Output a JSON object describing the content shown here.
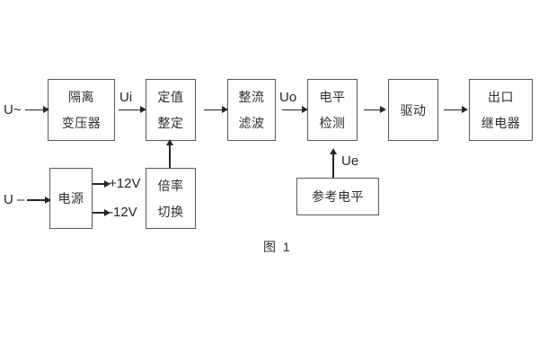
{
  "caption": "图 1",
  "colors": {
    "background": "#ffffff",
    "box_border": "#595959",
    "line": "#262626",
    "text": "#2e2e33"
  },
  "blocks": [
    {
      "id": "isolation-transformer",
      "lines": [
        "隔离",
        "变压器"
      ]
    },
    {
      "id": "setting-adjust",
      "lines": [
        "定值",
        "整定"
      ]
    },
    {
      "id": "rectify-filter",
      "lines": [
        "整流",
        "滤波"
      ]
    },
    {
      "id": "level-detect",
      "lines": [
        "电平",
        "检测"
      ]
    },
    {
      "id": "drive",
      "lines": [
        "驱动"
      ]
    },
    {
      "id": "output-relay",
      "lines": [
        "出口",
        "继电器"
      ]
    },
    {
      "id": "power-supply",
      "lines": [
        "电源"
      ]
    },
    {
      "id": "ratio-switch",
      "lines": [
        "倍率",
        "切换"
      ]
    },
    {
      "id": "reference-level",
      "lines": [
        "参考电平"
      ]
    }
  ],
  "labels": {
    "input_ac": "U~",
    "input_dc": "U –",
    "ui": "Ui",
    "uo": "Uo",
    "ue": "Ue",
    "plus_12v": "+12V",
    "minus_12v": "-12V"
  }
}
